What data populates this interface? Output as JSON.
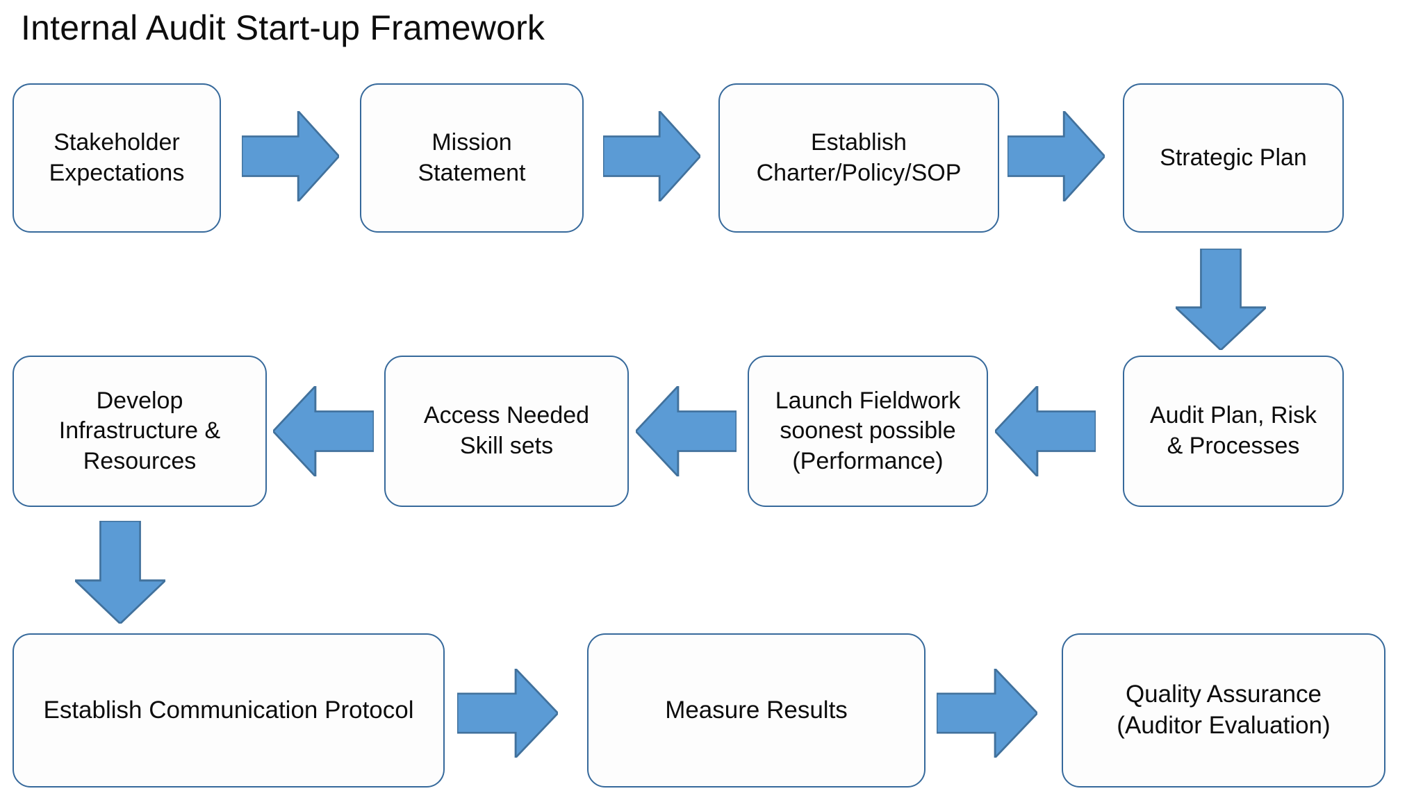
{
  "page": {
    "title": "Internal Audit Start-up Framework",
    "background_color": "#ffffff"
  },
  "theme": {
    "node_border_color": "#36699b",
    "node_fill_color": "#fdfdfd",
    "arrow_fill_color": "#5b9bd5",
    "arrow_stroke_color": "#41719c",
    "text_color": "#0c0c0c"
  },
  "diagram": {
    "type": "flowchart",
    "flow_direction": "serpentine (row1 left-to-right, row2 right-to-left, row3 left-to-right)",
    "nodes": [
      {
        "id": "n1",
        "label": "Stakeholder\nExpectations",
        "row": 1,
        "order": 1
      },
      {
        "id": "n2",
        "label": "Mission\nStatement",
        "row": 1,
        "order": 2
      },
      {
        "id": "n3",
        "label": "Establish\nCharter/Policy/SOP",
        "row": 1,
        "order": 3
      },
      {
        "id": "n4",
        "label": "Strategic Plan",
        "row": 1,
        "order": 4
      },
      {
        "id": "n5",
        "label": "Audit Plan, Risk\n& Processes",
        "row": 2,
        "order": 1
      },
      {
        "id": "n6",
        "label": "Launch Fieldwork\nsoonest possible\n(Performance)",
        "row": 2,
        "order": 2
      },
      {
        "id": "n7",
        "label": "Access Needed\nSkill sets",
        "row": 2,
        "order": 3
      },
      {
        "id": "n8",
        "label": "Develop\nInfrastructure &\nResources",
        "row": 2,
        "order": 4
      },
      {
        "id": "n9",
        "label": "Establish Communication Protocol",
        "row": 3,
        "order": 1
      },
      {
        "id": "n10",
        "label": "Measure Results",
        "row": 3,
        "order": 2
      },
      {
        "id": "n11",
        "label": "Quality Assurance\n(Auditor Evaluation)",
        "row": 3,
        "order": 3
      }
    ],
    "connectors": [
      {
        "id": "a1",
        "from": "n1",
        "to": "n2",
        "direction": "right",
        "icon": "arrow-right-icon"
      },
      {
        "id": "a2",
        "from": "n2",
        "to": "n3",
        "direction": "right",
        "icon": "arrow-right-icon"
      },
      {
        "id": "a3",
        "from": "n3",
        "to": "n4",
        "direction": "right",
        "icon": "arrow-right-icon"
      },
      {
        "id": "a4",
        "from": "n4",
        "to": "n5",
        "direction": "down",
        "icon": "arrow-down-icon"
      },
      {
        "id": "a5",
        "from": "n5",
        "to": "n6",
        "direction": "left",
        "icon": "arrow-left-icon"
      },
      {
        "id": "a6",
        "from": "n6",
        "to": "n7",
        "direction": "left",
        "icon": "arrow-left-icon"
      },
      {
        "id": "a7",
        "from": "n7",
        "to": "n8",
        "direction": "left",
        "icon": "arrow-left-icon"
      },
      {
        "id": "a8",
        "from": "n8",
        "to": "n9",
        "direction": "down",
        "icon": "arrow-down-icon"
      },
      {
        "id": "a9",
        "from": "n9",
        "to": "n10",
        "direction": "right",
        "icon": "arrow-right-icon"
      },
      {
        "id": "a10",
        "from": "n10",
        "to": "n11",
        "direction": "right",
        "icon": "arrow-right-icon"
      }
    ]
  }
}
